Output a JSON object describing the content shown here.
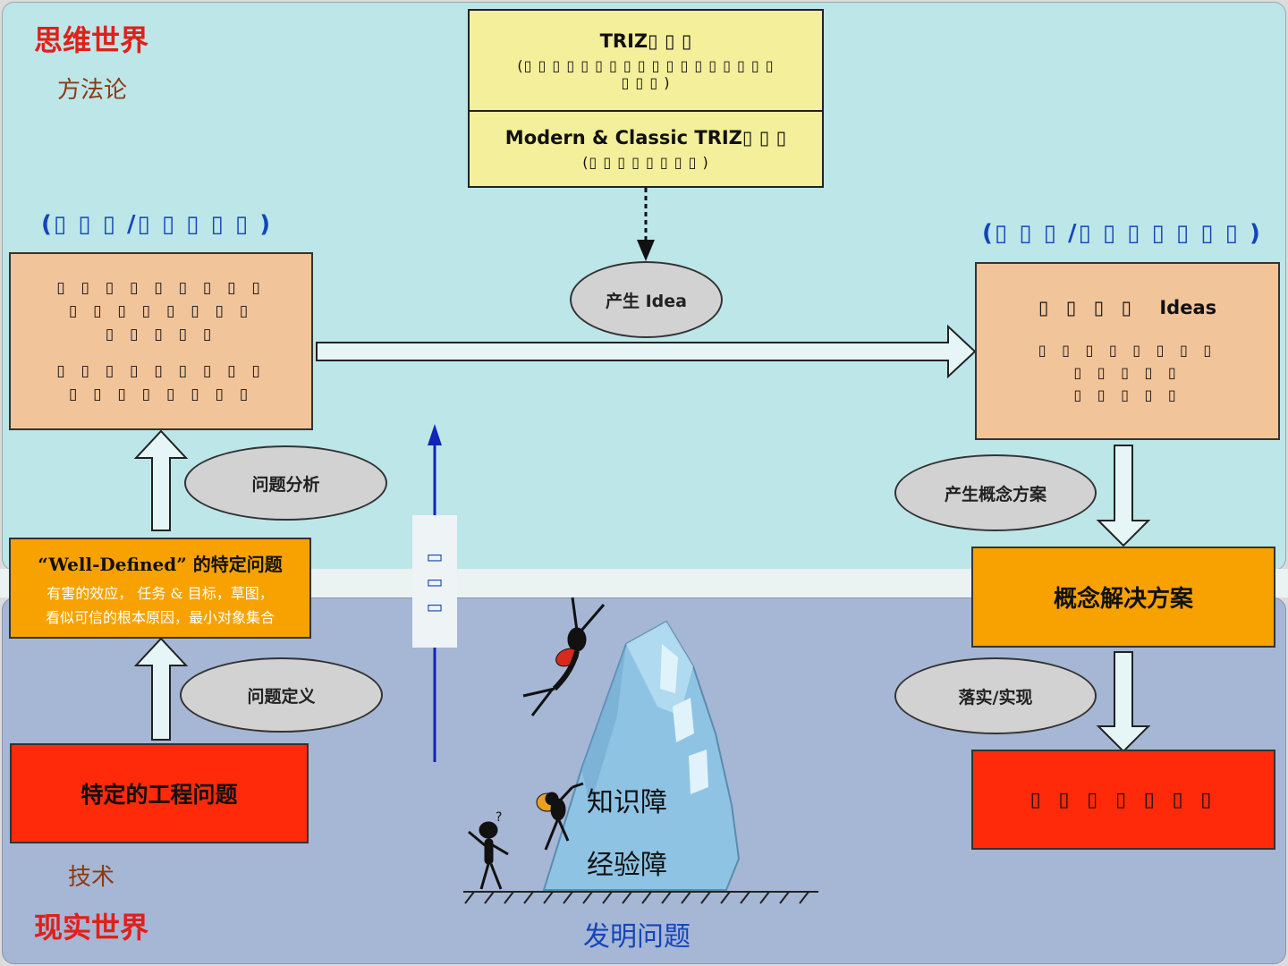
{
  "top_world": {
    "title": "思维世界",
    "subtitle": "方法论"
  },
  "bottom_world": {
    "title": "现实世界",
    "subtitle": "技术"
  },
  "triz_box": {
    "top_title": "TRIZ▯ ▯ ▯",
    "top_sub1": "(▯ ▯ ▯ ▯ ▯ ▯ ▯ ▯ ▯ ▯ ▯ ▯ ▯ ▯ ▯ ▯ ▯ ▯",
    "top_sub2": "▯ ▯ ▯ )",
    "bottom_title": "Modern & Classic TRIZ▯ ▯ ▯",
    "bottom_sub": "(▯ ▯ ▯ ▯ ▯ ▯ ▯ ▯ )"
  },
  "left_paren_label": "(▯ ▯ ▯ /▯ ▯ ▯ ▯ ▯ )",
  "right_paren_label": "(▯ ▯ ▯ /▯ ▯ ▯ ▯ ▯ ▯ ▯ )",
  "left_box": {
    "line1": "▯ ▯ ▯ ▯ ▯ ▯ ▯ ▯ ▯",
    "line2": "▯ ▯ ▯ ▯ ▯ ▯ ▯ ▯",
    "line3": "▯ ▯ ▯ ▯ ▯",
    "line4": "▯ ▯ ▯ ▯ ▯ ▯ ▯ ▯ ▯",
    "line5": "▯ ▯ ▯ ▯ ▯ ▯ ▯ ▯"
  },
  "right_box": {
    "title_glyphs": "▯ ▯ ▯ ▯",
    "title_word": "Ideas",
    "line1": "▯ ▯ ▯ ▯ ▯ ▯ ▯ ▯",
    "line2": "▯ ▯ ▯ ▯ ▯",
    "line3": "▯ ▯ ▯ ▯ ▯"
  },
  "ellipses": {
    "generate_idea": "产生  Idea",
    "problem_analysis": "问题分析",
    "problem_definition": "问题定义",
    "generate_concept": "产生概念方案",
    "implement": "落实/实现"
  },
  "well_defined": {
    "title": "“Well-Defined” 的特定问题",
    "line1": "有害的效应，  任务 & 目标，草图，",
    "line2": "看似可信的根本原因，最小对象集合"
  },
  "specific_problem": "特定的工程问题",
  "concept_solution": "概念解决方案",
  "final_solution": "▯ ▯ ▯ ▯ ▯ ▯ ▯",
  "vertical_label": [
    "▭",
    "▭",
    "▭"
  ],
  "barriers": {
    "knowledge": "知识障",
    "experience": "经验障"
  },
  "invention_problem": "发明问题"
}
